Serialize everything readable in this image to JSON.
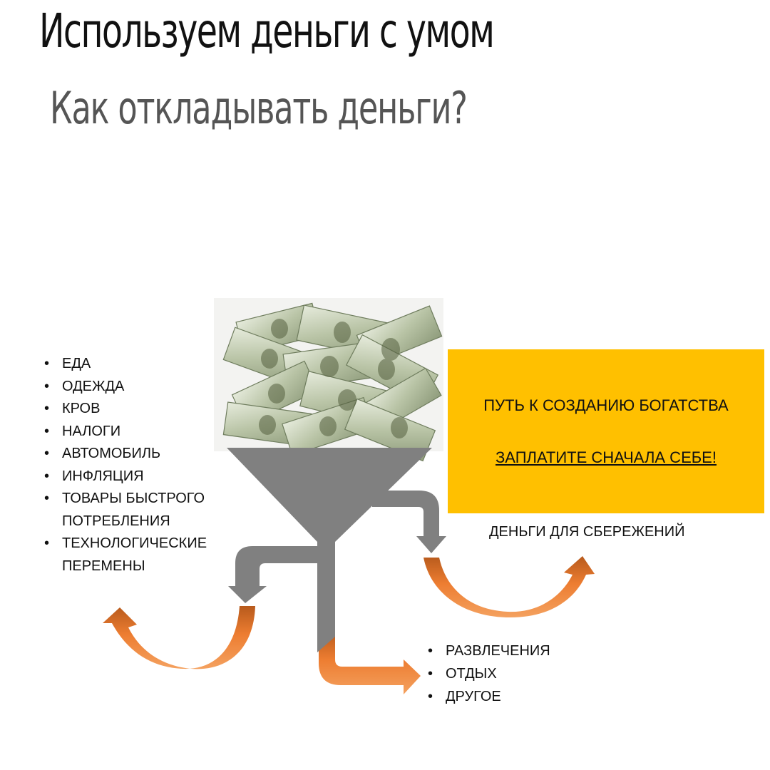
{
  "header": {
    "title": "Используем деньги с умом",
    "subtitle": "Как откладывать деньги?"
  },
  "expenses": {
    "items": [
      "ЕДА",
      "ОДЕЖДА",
      "КРОВ",
      "НАЛОГИ",
      "АВТОМОБИЛЬ",
      "ИНФЛЯЦИЯ",
      "ТОВАРЫ БЫСТРОГО ПОТРЕБЛЕНИЯ",
      "ТЕХНОЛОГИЧЕСКИЕ ПЕРЕМЕНЫ"
    ]
  },
  "other": {
    "items": [
      "РАЗВЛЕЧЕНИЯ",
      "ОТДЫХ",
      "ДРУГОЕ"
    ]
  },
  "wealth": {
    "heading": "ПУТЬ К СОЗДАНИЮ БОГАТСТВА",
    "slogan": "ЗАПЛАТИТЕ СНАЧАЛА СЕБЕ!",
    "savings_label": "ДЕНЬГИ ДЛЯ СБЕРЕЖЕНИЙ"
  },
  "colors": {
    "funnel": "#808080",
    "arrow_orange": "#ed7d31",
    "box_gold": "#ffc000"
  }
}
